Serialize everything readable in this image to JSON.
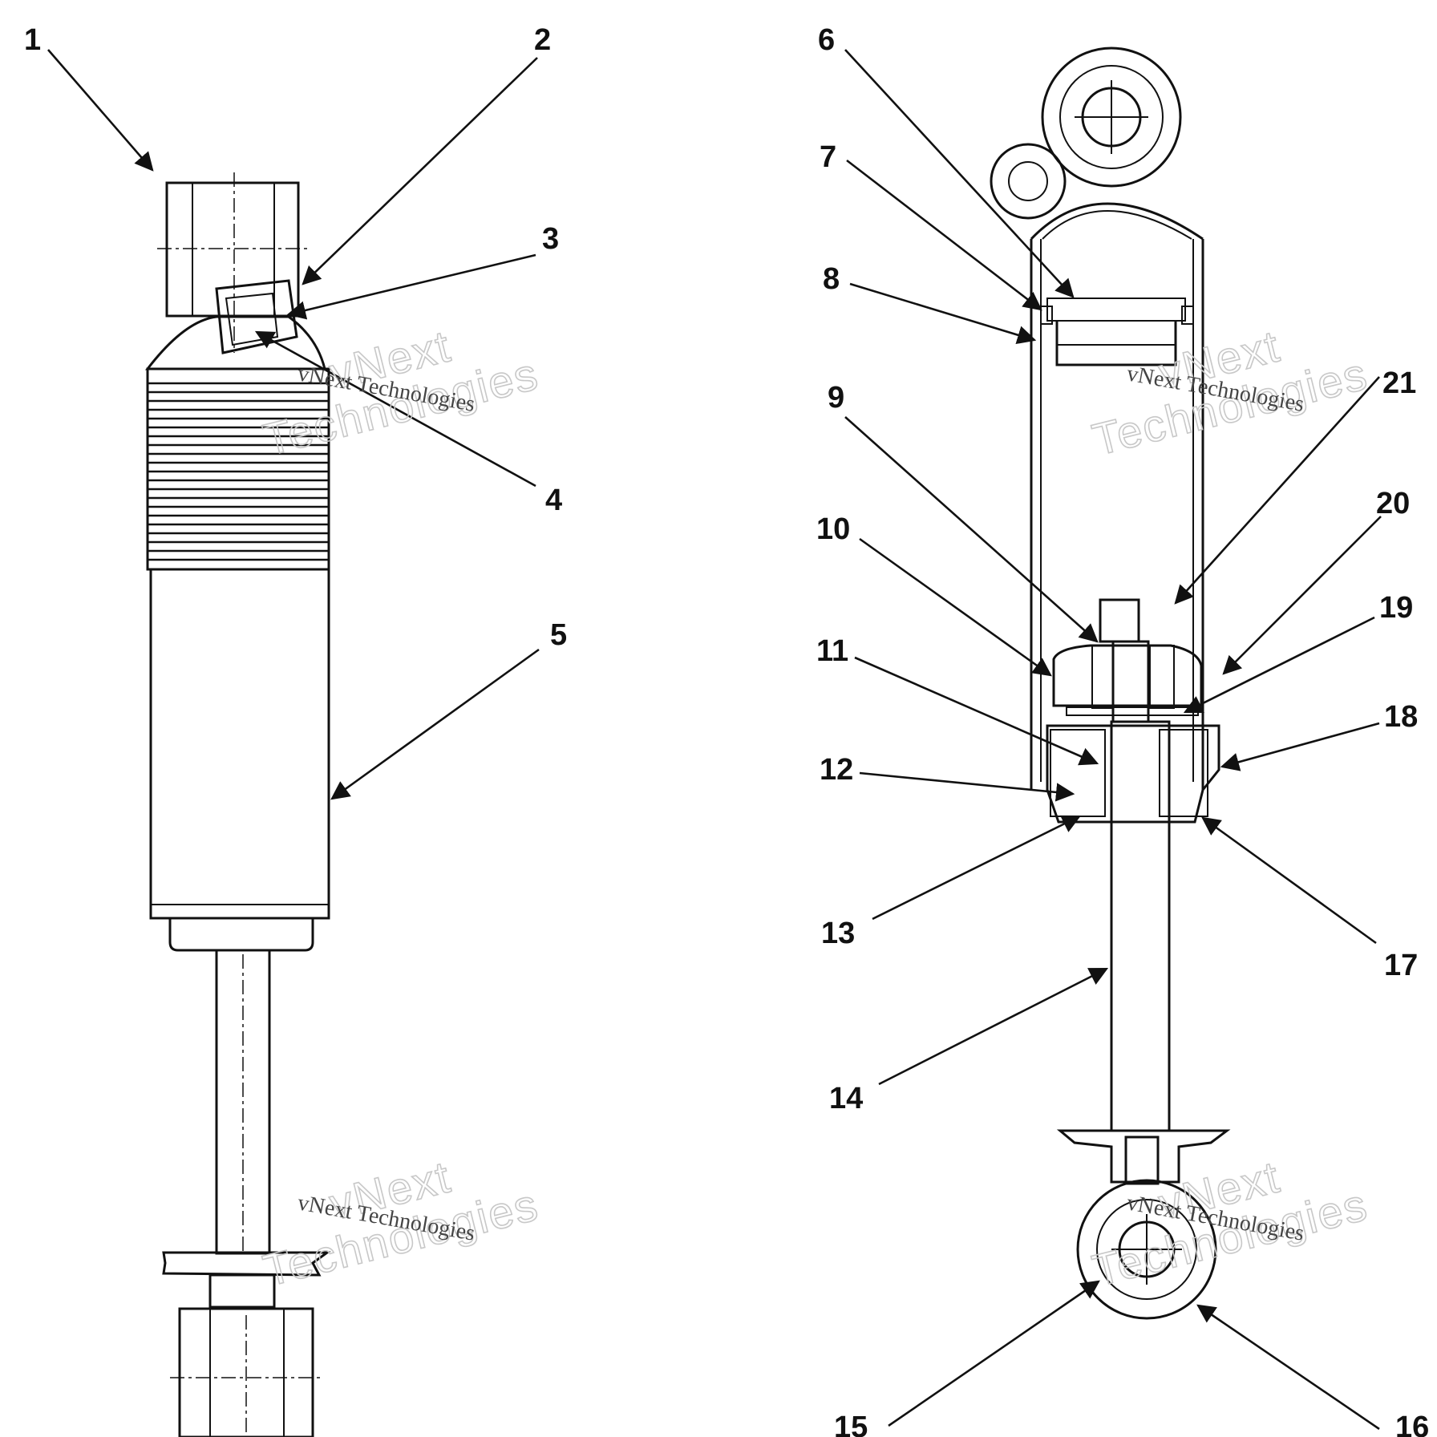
{
  "callouts": [
    "1",
    "2",
    "3",
    "4",
    "5",
    "6",
    "7",
    "8",
    "9",
    "10",
    "11",
    "12",
    "13",
    "14",
    "15",
    "16",
    "17",
    "18",
    "19",
    "20",
    "21"
  ],
  "watermark": {
    "outline_lines": [
      "vNext",
      "Technologies"
    ],
    "small": "vNext Technologies"
  }
}
